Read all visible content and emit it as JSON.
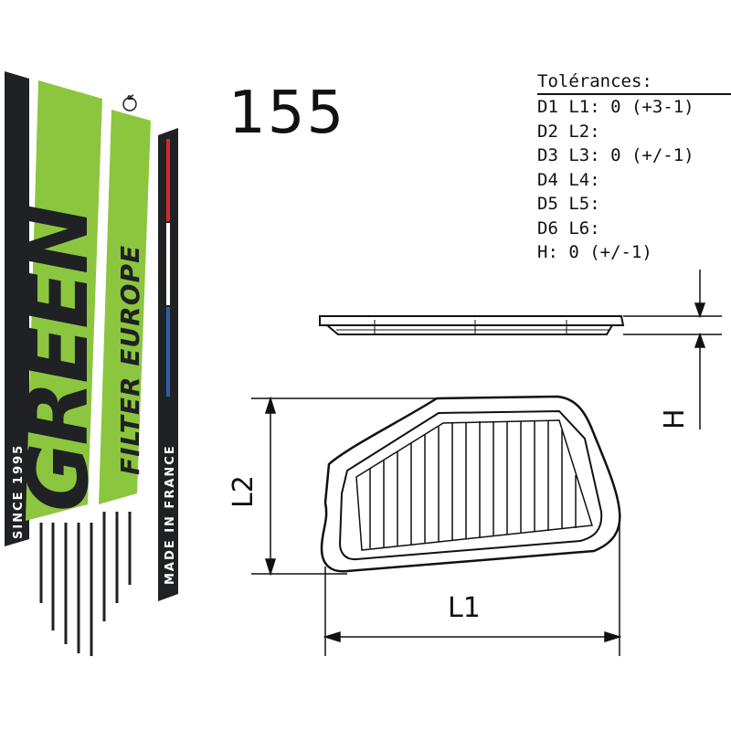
{
  "brand": {
    "name": "GREEN",
    "registered_mark": "®",
    "sub_line": "FILTER EUROPE",
    "since": "SINCE 1995",
    "made_in": "MADE IN FRANCE",
    "colors": {
      "green": "#8cc63f",
      "dark": "#1f2125",
      "flag_blue": "#2b5fa8",
      "flag_white": "#ffffff",
      "flag_red": "#d7262e"
    }
  },
  "model_number": "155",
  "tolerances": {
    "title": "Tolérances:",
    "rows": [
      "D1 L1: 0 (+3-1)",
      "D2 L2:",
      "D3 L3: 0 (+/-1)",
      "D4 L4:",
      "D5 L5:",
      "D6 L6:",
      "H: 0 (+/-1)"
    ]
  },
  "dimensions": {
    "l1": "L1",
    "l2": "L2",
    "h": "H"
  }
}
